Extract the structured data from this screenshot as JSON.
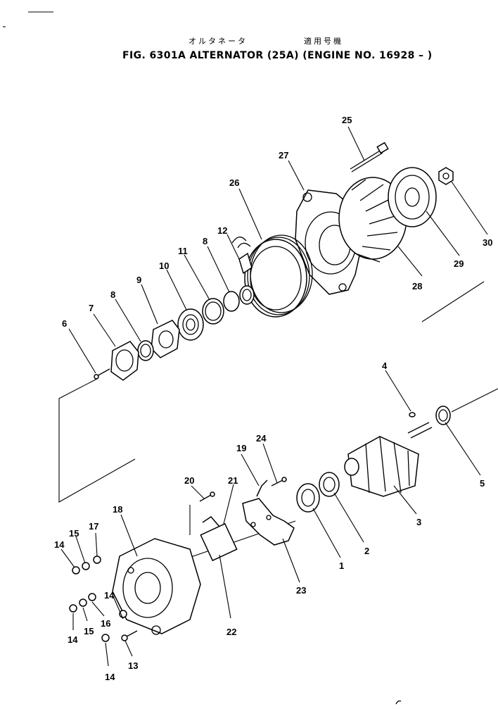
{
  "header": {
    "japanese_name": "オルタネータ",
    "japanese_applicable": "適用号機",
    "title": "FIG. 6301A  ALTERNATOR (25A) (ENGINE NO. 16928 –  )"
  },
  "callouts": [
    {
      "id": "c1",
      "text": "1"
    },
    {
      "id": "c2",
      "text": "2"
    },
    {
      "id": "c3",
      "text": "3"
    },
    {
      "id": "c4",
      "text": "4"
    },
    {
      "id": "c5",
      "text": "5"
    },
    {
      "id": "c6",
      "text": "6"
    },
    {
      "id": "c7",
      "text": "7"
    },
    {
      "id": "c8a",
      "text": "8"
    },
    {
      "id": "c8b",
      "text": "8"
    },
    {
      "id": "c9",
      "text": "9"
    },
    {
      "id": "c10",
      "text": "10"
    },
    {
      "id": "c11",
      "text": "11"
    },
    {
      "id": "c12",
      "text": "12"
    },
    {
      "id": "c13",
      "text": "13"
    },
    {
      "id": "c14a",
      "text": "14"
    },
    {
      "id": "c14b",
      "text": "14"
    },
    {
      "id": "c14c",
      "text": "14"
    },
    {
      "id": "c14d",
      "text": "14"
    },
    {
      "id": "c15a",
      "text": "15"
    },
    {
      "id": "c15b",
      "text": "15"
    },
    {
      "id": "c16",
      "text": "16"
    },
    {
      "id": "c17",
      "text": "17"
    },
    {
      "id": "c18",
      "text": "18"
    },
    {
      "id": "c19",
      "text": "19"
    },
    {
      "id": "c20",
      "text": "20"
    },
    {
      "id": "c21",
      "text": "21"
    },
    {
      "id": "c22",
      "text": "22"
    },
    {
      "id": "c23",
      "text": "23"
    },
    {
      "id": "c24",
      "text": "24"
    },
    {
      "id": "c25",
      "text": "25"
    },
    {
      "id": "c26",
      "text": "26"
    },
    {
      "id": "c27",
      "text": "27"
    },
    {
      "id": "c28",
      "text": "28"
    },
    {
      "id": "c29",
      "text": "29"
    },
    {
      "id": "c30",
      "text": "30"
    }
  ]
}
